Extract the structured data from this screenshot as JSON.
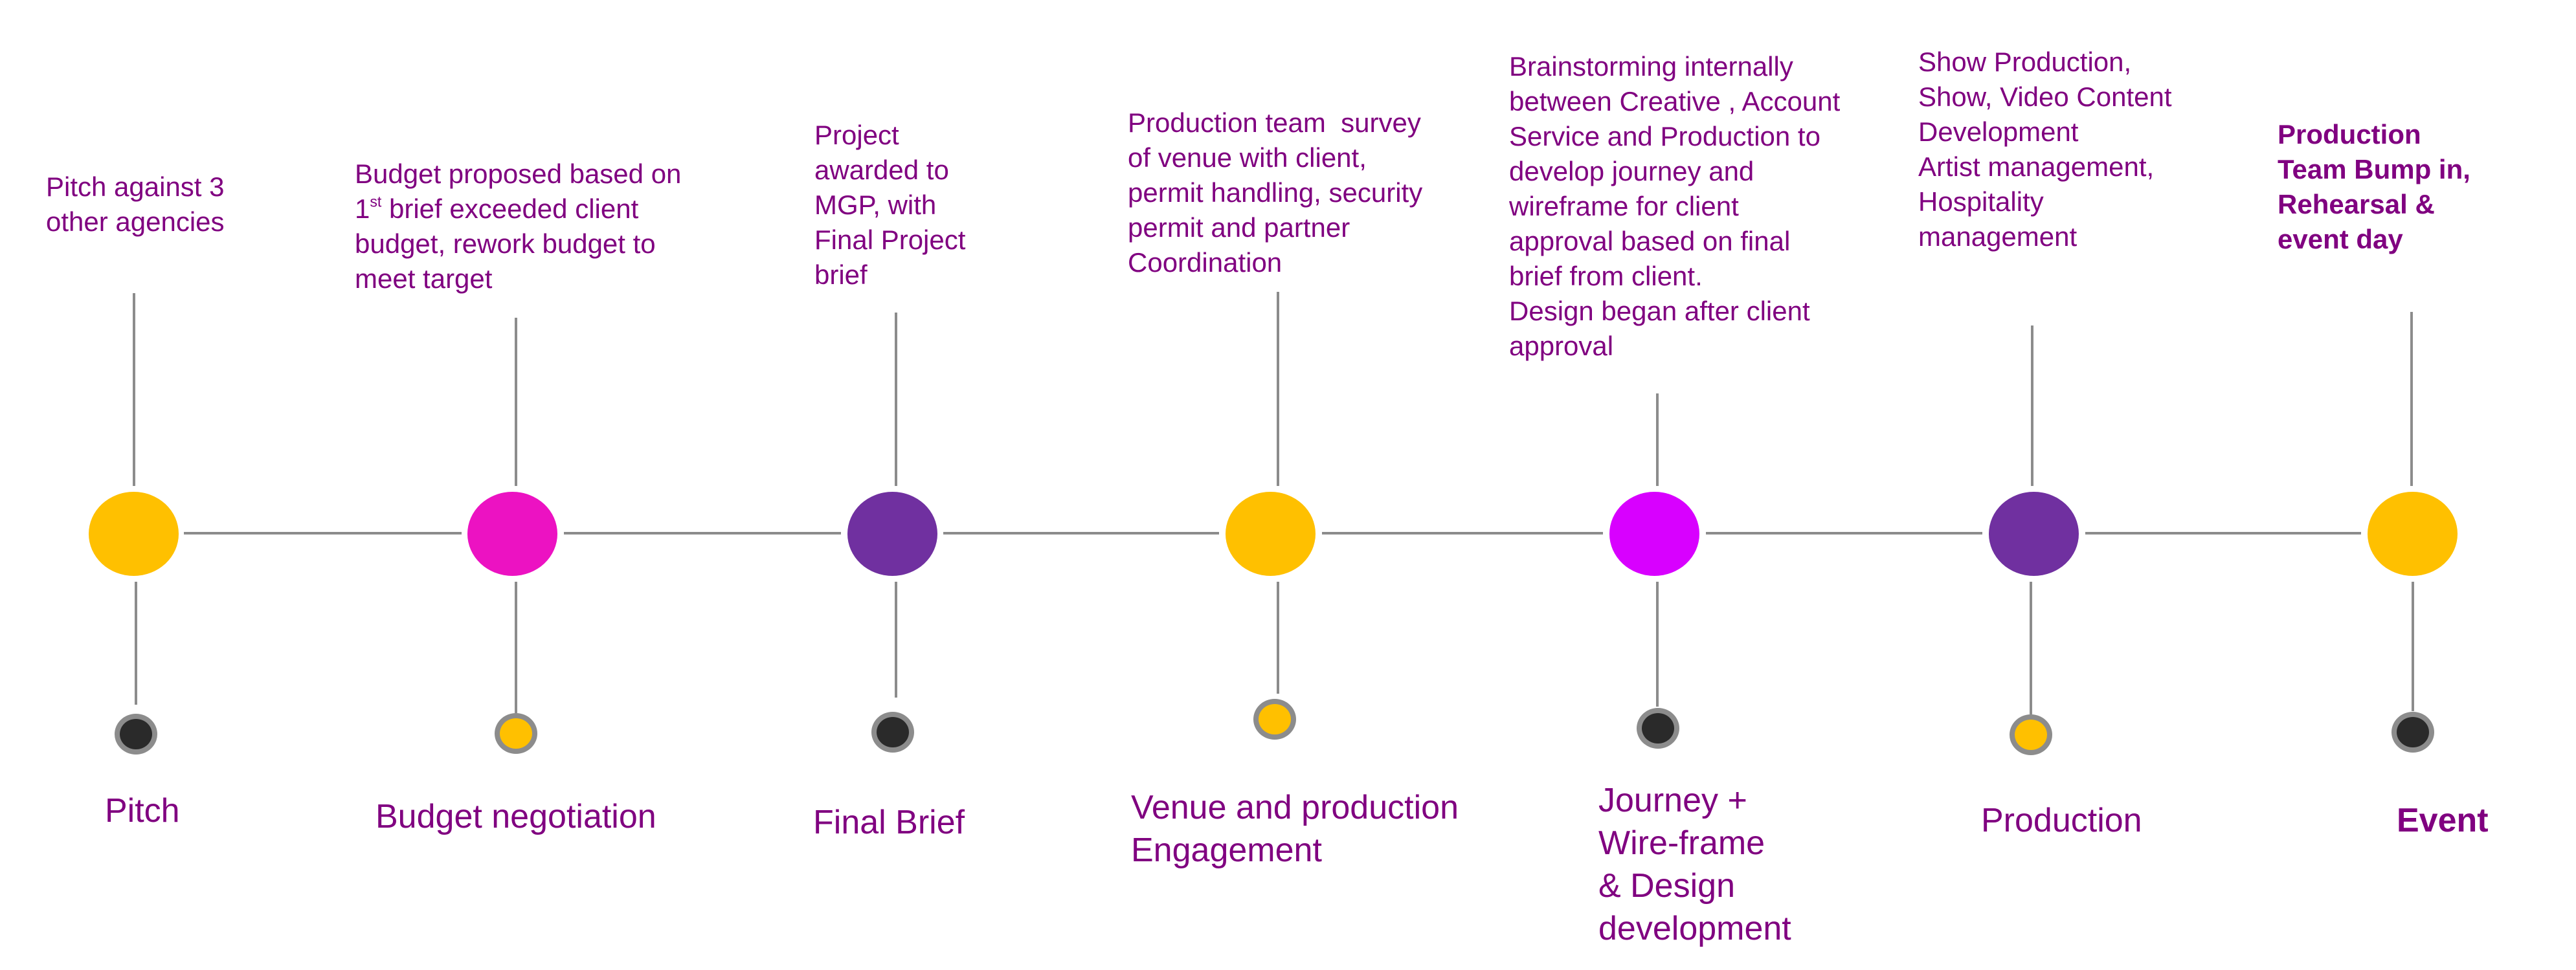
{
  "title": "Project timeline",
  "colors": {
    "text": "#800080",
    "connector": "#8C8C8C",
    "yellow": "#FFC000",
    "pink": "#EC12C2",
    "purple": "#7030A0",
    "magenta": "#D800FF",
    "dark": "#2A2A2A"
  },
  "stages": [
    {
      "label": "Pitch",
      "label_bold": false,
      "description": "Pitch against 3\nother agencies",
      "description_bold": false,
      "node_color": "#FFC000",
      "marker_color": "#2A2A2A"
    },
    {
      "label": "Budget negotiation",
      "label_bold": false,
      "description": "Budget proposed based on\n1st brief exceeded client\nbudget, rework budget to\nmeet target",
      "description_bold": false,
      "node_color": "#EC12C2",
      "marker_color": "#FFC000"
    },
    {
      "label": "Final Brief",
      "label_bold": false,
      "description": "Project\nawarded to\nMGP, with\nFinal Project\nbrief",
      "description_bold": false,
      "node_color": "#7030A0",
      "marker_color": "#2A2A2A"
    },
    {
      "label": "Venue and production\nEngagement",
      "label_bold": false,
      "description": "Production team  survey\nof venue with client,\npermit handling, security\npermit and partner\nCoordination",
      "description_bold": false,
      "node_color": "#FFC000",
      "marker_color": "#FFC000"
    },
    {
      "label": "Journey +\nWire-frame\n& Design\ndevelopment",
      "label_bold": false,
      "description": "Brainstorming internally\nbetween Creative , Account\nService and Production to\ndevelop journey and\nwireframe for client\napproval based on final\nbrief from client.\nDesign began after client\napproval",
      "description_bold": false,
      "node_color": "#D800FF",
      "marker_color": "#2A2A2A"
    },
    {
      "label": "Production",
      "label_bold": false,
      "description": "Show Production,\nShow, Video Content\nDevelopment\nArtist management,\nHospitality\nmanagement",
      "description_bold": false,
      "node_color": "#7030A0",
      "marker_color": "#FFC000"
    },
    {
      "label": "Event",
      "label_bold": true,
      "description": "Production\nTeam Bump in,\nRehearsal &\nevent day",
      "description_bold": true,
      "node_color": "#FFC000",
      "marker_color": "#2A2A2A"
    }
  ]
}
